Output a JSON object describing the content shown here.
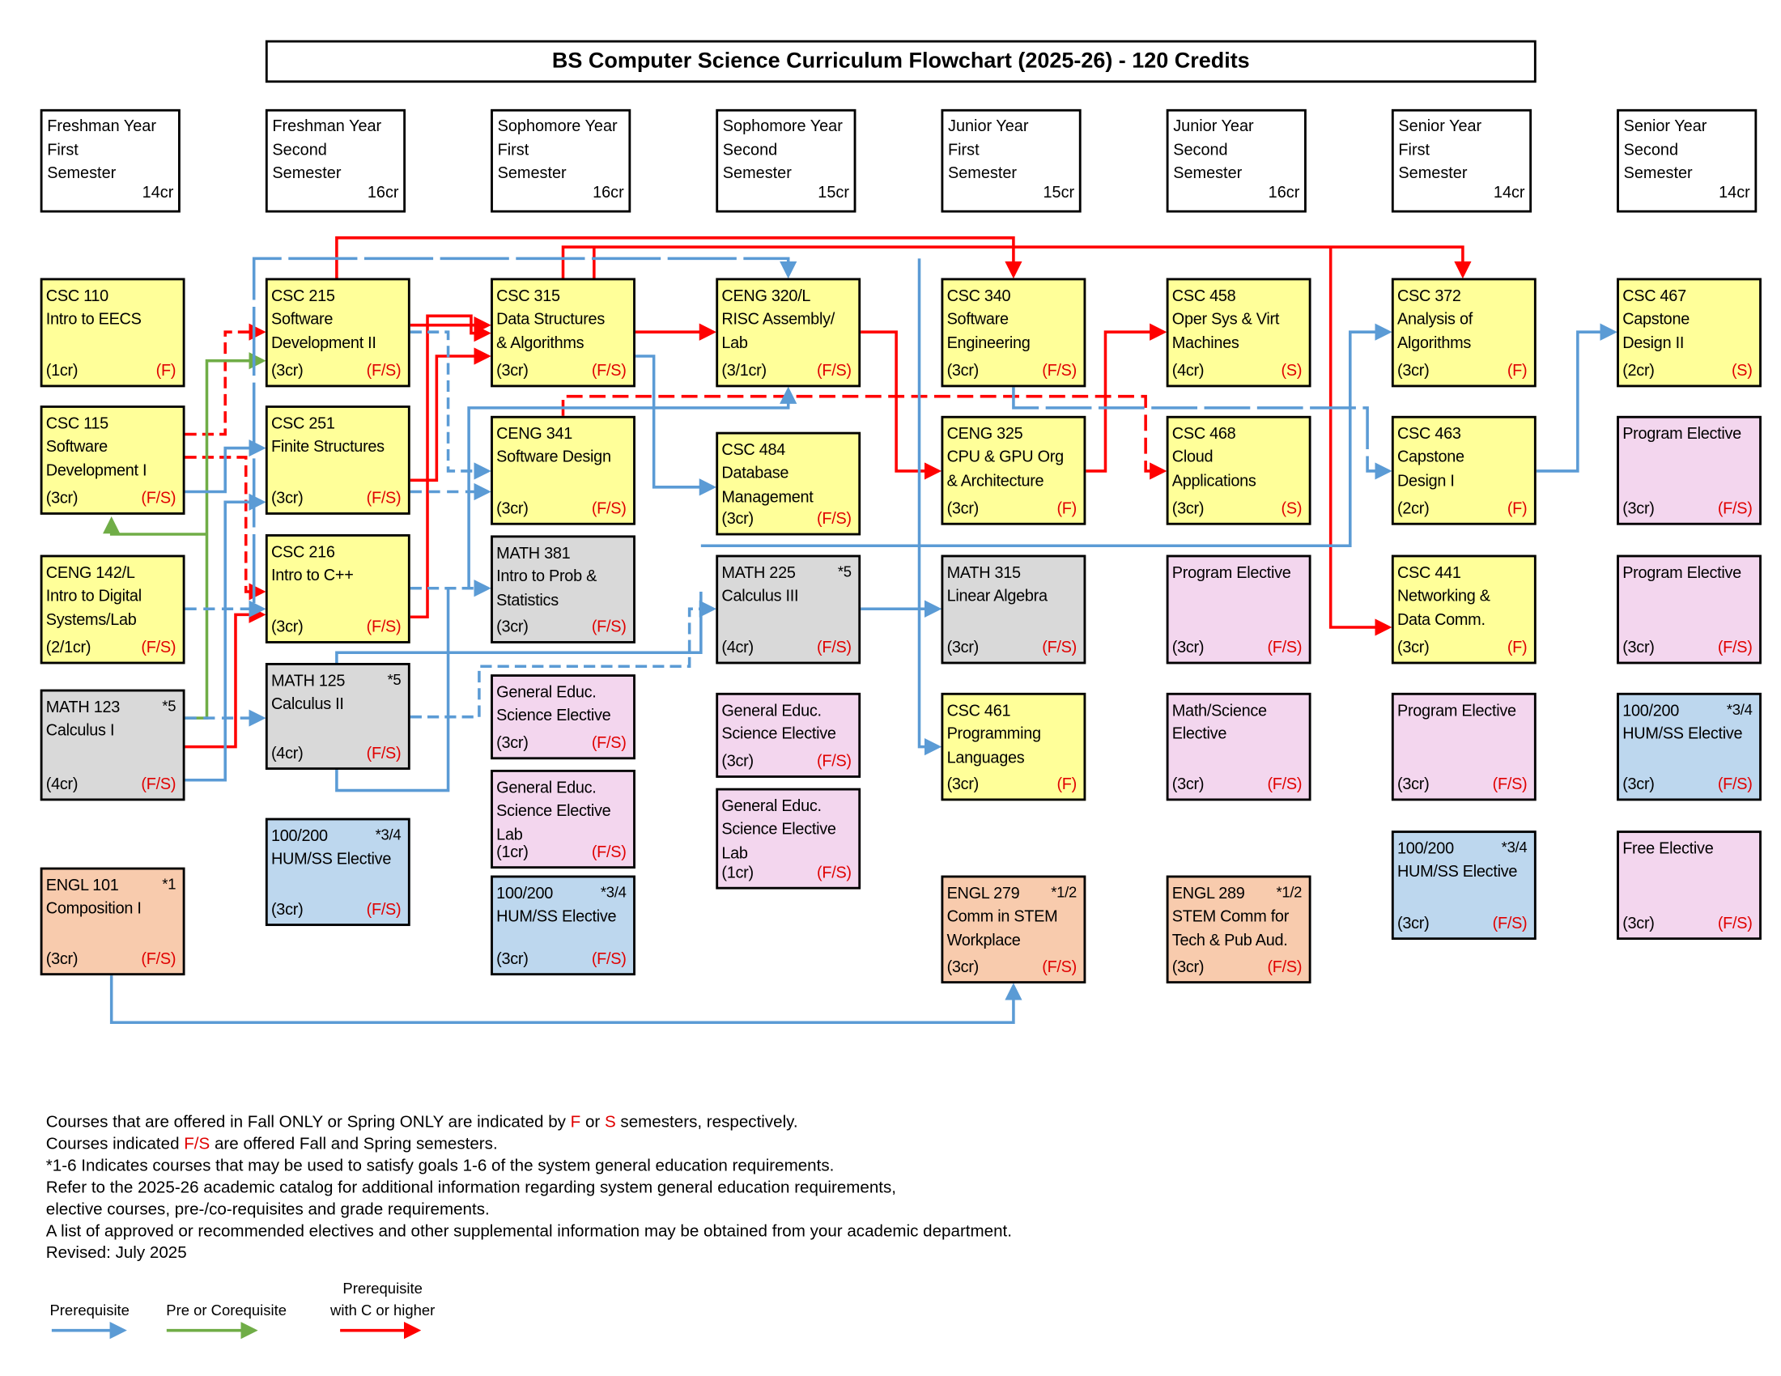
{
  "title": "BS Computer Science Curriculum Flowchart (2025-26) - 120 Credits",
  "headers": [
    {
      "lines": [
        "Freshman Year",
        "First",
        "Semester"
      ],
      "credits": "14cr"
    },
    {
      "lines": [
        "Freshman Year",
        "Second",
        "Semester"
      ],
      "credits": "16cr"
    },
    {
      "lines": [
        "Sophomore Year",
        "First",
        "Semester"
      ],
      "credits": "16cr"
    },
    {
      "lines": [
        "Sophomore Year",
        "Second",
        "Semester"
      ],
      "credits": "15cr"
    },
    {
      "lines": [
        "Junior Year",
        "First",
        "Semester"
      ],
      "credits": "15cr"
    },
    {
      "lines": [
        "Junior Year",
        "Second",
        "Semester"
      ],
      "credits": "16cr"
    },
    {
      "lines": [
        "Senior Year",
        "First",
        "Semester"
      ],
      "credits": "14cr"
    },
    {
      "lines": [
        "Senior Year",
        "Second",
        "Semester"
      ],
      "credits": "14cr"
    }
  ],
  "courses": [
    {
      "id": "csc110",
      "lines": [
        "CSC 110",
        "Intro to EECS"
      ],
      "credits": "(1cr)",
      "term": "(F)",
      "color": "yellow"
    },
    {
      "id": "csc115",
      "lines": [
        "CSC 115",
        "Software",
        "Development I"
      ],
      "credits": "(3cr)",
      "term": "(F/S)",
      "color": "yellow"
    },
    {
      "id": "ceng142",
      "lines": [
        "CENG 142/L",
        "Intro to Digital",
        "Systems/Lab"
      ],
      "credits": "(2/1cr)",
      "term": "(F/S)",
      "color": "yellow"
    },
    {
      "id": "math123",
      "lines": [
        "MATH 123",
        "Calculus I"
      ],
      "credits": "(4cr)",
      "term": "(F/S)",
      "note": "*5",
      "color": "gray"
    },
    {
      "id": "engl101",
      "lines": [
        "ENGL 101",
        "Composition I"
      ],
      "credits": "(3cr)",
      "term": "(F/S)",
      "note": "*1",
      "color": "orange"
    },
    {
      "id": "csc215",
      "lines": [
        "CSC 215",
        "Software",
        "Development II"
      ],
      "credits": "(3cr)",
      "term": "(F/S)",
      "color": "yellow"
    },
    {
      "id": "csc251",
      "lines": [
        "CSC 251",
        "Finite Structures"
      ],
      "credits": "(3cr)",
      "term": "(F/S)",
      "color": "yellow"
    },
    {
      "id": "csc216",
      "lines": [
        "CSC 216",
        "Intro to C++"
      ],
      "credits": "(3cr)",
      "term": "(F/S)",
      "color": "yellow"
    },
    {
      "id": "math125",
      "lines": [
        "MATH 125",
        "Calculus II"
      ],
      "credits": "(4cr)",
      "term": "(F/S)",
      "note": "*5",
      "color": "gray"
    },
    {
      "id": "hum1",
      "lines": [
        "100/200",
        "HUM/SS Elective"
      ],
      "credits": "(3cr)",
      "term": "(F/S)",
      "note": "*3/4",
      "color": "blue"
    },
    {
      "id": "csc315",
      "lines": [
        "CSC 315",
        "Data Structures",
        "& Algorithms"
      ],
      "credits": "(3cr)",
      "term": "(F/S)",
      "color": "yellow"
    },
    {
      "id": "ceng341",
      "lines": [
        "CENG 341",
        "Software Design"
      ],
      "credits": "(3cr)",
      "term": "(F/S)",
      "color": "yellow"
    },
    {
      "id": "math381",
      "lines": [
        "MATH 381",
        "Intro to Prob &",
        "Statistics"
      ],
      "credits": "(3cr)",
      "term": "(F/S)",
      "color": "gray"
    },
    {
      "id": "gensci1",
      "lines": [
        "General Educ.",
        "Science Elective"
      ],
      "credits": "(3cr)",
      "term": "(F/S)",
      "color": "pink"
    },
    {
      "id": "genlab1",
      "lines": [
        "General Educ.",
        "Science Elective",
        "Lab"
      ],
      "credits": "(1cr)",
      "term": "(F/S)",
      "color": "pink"
    },
    {
      "id": "hum2",
      "lines": [
        "100/200",
        "HUM/SS Elective"
      ],
      "credits": "(3cr)",
      "term": "(F/S)",
      "note": "*3/4",
      "color": "blue"
    },
    {
      "id": "ceng320",
      "lines": [
        "CENG 320/L",
        "RISC Assembly/",
        "Lab"
      ],
      "credits": "(3/1cr)",
      "term": "(F/S)",
      "color": "yellow"
    },
    {
      "id": "csc484",
      "lines": [
        "CSC 484",
        "Database",
        "Management"
      ],
      "credits": "(3cr)",
      "term": "(F/S)",
      "color": "yellow"
    },
    {
      "id": "math225",
      "lines": [
        "MATH 225",
        "Calculus III"
      ],
      "credits": "(4cr)",
      "term": "(F/S)",
      "note": "*5",
      "color": "gray"
    },
    {
      "id": "gensci2",
      "lines": [
        "General Educ.",
        "Science Elective"
      ],
      "credits": "(3cr)",
      "term": "(F/S)",
      "color": "pink"
    },
    {
      "id": "genlab2",
      "lines": [
        "General Educ.",
        "Science Elective",
        "Lab"
      ],
      "credits": "(1cr)",
      "term": "(F/S)",
      "color": "pink"
    },
    {
      "id": "csc340",
      "lines": [
        "CSC 340",
        "Software",
        "Engineering"
      ],
      "credits": "(3cr)",
      "term": "(F/S)",
      "color": "yellow"
    },
    {
      "id": "ceng325",
      "lines": [
        "CENG 325",
        "CPU & GPU Org",
        "& Architecture"
      ],
      "credits": "(3cr)",
      "term": "(F)",
      "color": "yellow"
    },
    {
      "id": "math315",
      "lines": [
        "MATH 315",
        "Linear Algebra"
      ],
      "credits": "(3cr)",
      "term": "(F/S)",
      "color": "gray"
    },
    {
      "id": "csc461",
      "lines": [
        "CSC 461",
        "Programming",
        "Languages"
      ],
      "credits": "(3cr)",
      "term": "(F)",
      "color": "yellow"
    },
    {
      "id": "engl279",
      "lines": [
        "ENGL 279",
        "Comm in STEM",
        "Workplace"
      ],
      "credits": "(3cr)",
      "term": "(F/S)",
      "note": "*1/2",
      "color": "orange"
    },
    {
      "id": "csc458",
      "lines": [
        "CSC 458",
        "Oper Sys & Virt",
        "Machines"
      ],
      "credits": "(4cr)",
      "term": "(S)",
      "color": "yellow"
    },
    {
      "id": "csc468",
      "lines": [
        "CSC 468",
        "Cloud",
        "Applications"
      ],
      "credits": "(3cr)",
      "term": "(S)",
      "color": "yellow"
    },
    {
      "id": "progel1",
      "lines": [
        "Program Elective"
      ],
      "credits": "(3cr)",
      "term": "(F/S)",
      "color": "pink"
    },
    {
      "id": "mathsci",
      "lines": [
        "Math/Science",
        "Elective"
      ],
      "credits": "(3cr)",
      "term": "(F/S)",
      "color": "pink"
    },
    {
      "id": "engl289",
      "lines": [
        "ENGL 289",
        "STEM Comm for",
        "Tech & Pub Aud."
      ],
      "credits": "(3cr)",
      "term": "(F/S)",
      "note": "*1/2",
      "color": "orange"
    },
    {
      "id": "csc372",
      "lines": [
        "CSC 372",
        "Analysis of",
        "Algorithms"
      ],
      "credits": "(3cr)",
      "term": "(F)",
      "color": "yellow"
    },
    {
      "id": "csc463",
      "lines": [
        "CSC 463",
        "Capstone",
        "Design I"
      ],
      "credits": "(2cr)",
      "term": "(F)",
      "color": "yellow"
    },
    {
      "id": "csc441",
      "lines": [
        "CSC 441",
        "Networking &",
        "Data Comm."
      ],
      "credits": "(3cr)",
      "term": "(F)",
      "color": "yellow"
    },
    {
      "id": "progel2",
      "lines": [
        "Program Elective"
      ],
      "credits": "(3cr)",
      "term": "(F/S)",
      "color": "pink"
    },
    {
      "id": "hum3",
      "lines": [
        "100/200",
        "HUM/SS Elective"
      ],
      "credits": "(3cr)",
      "term": "(F/S)",
      "note": "*3/4",
      "color": "blue"
    },
    {
      "id": "csc467",
      "lines": [
        "CSC 467",
        "Capstone",
        "Design II"
      ],
      "credits": "(2cr)",
      "term": "(S)",
      "color": "yellow"
    },
    {
      "id": "progel3",
      "lines": [
        "Program Elective"
      ],
      "credits": "(3cr)",
      "term": "(F/S)",
      "color": "pink"
    },
    {
      "id": "progel4",
      "lines": [
        "Program Elective"
      ],
      "credits": "(3cr)",
      "term": "(F/S)",
      "color": "pink"
    },
    {
      "id": "hum4",
      "lines": [
        "100/200",
        "HUM/SS Elective"
      ],
      "credits": "(3cr)",
      "term": "(F/S)",
      "note": "*3/4",
      "color": "blue"
    },
    {
      "id": "free",
      "lines": [
        "Free Elective"
      ],
      "credits": "(3cr)",
      "term": "(F/S)",
      "color": "pink"
    }
  ],
  "footer": {
    "l1a": "Courses that are offered in Fall ONLY or Spring ONLY are indicated by ",
    "l1f": "F",
    "l1b": " or ",
    "l1s": "S",
    "l1c": " semesters, respectively.",
    "l2a": "Courses indicated ",
    "l2fs": "F/S",
    "l2b": " are offered Fall and Spring semesters.",
    "l3": "*1-6 Indicates courses that may be used to satisfy goals 1-6 of the system general education requirements.",
    "l4": "Refer to the 2025-26 academic catalog for additional information regarding system general education requirements,",
    "l5": "elective courses, pre-/co-requisites and grade requirements.",
    "l6": "A list of approved or recommended electives and other supplemental information may be obtained from your academic department.",
    "l7": "Revised: July 2025"
  },
  "legend": {
    "prereq": "Prerequisite",
    "coreq": "Pre or Corequisite",
    "c_line1": "Prerequisite",
    "c_line2": "with C or higher"
  },
  "colors": {
    "prereq": "#5b9bd5",
    "coreq": "#70ad47",
    "c_or_higher": "#ff0000"
  }
}
